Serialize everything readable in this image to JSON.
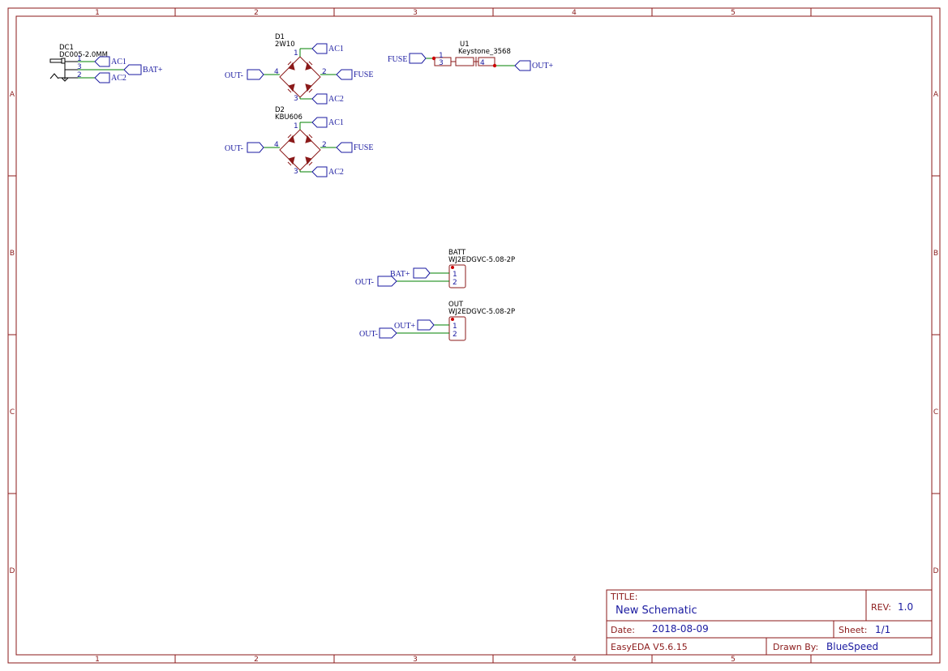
{
  "frame": {
    "col_labels": [
      "1",
      "2",
      "3",
      "4",
      "5"
    ],
    "row_labels": [
      "A",
      "B",
      "C",
      "D"
    ]
  },
  "components": {
    "dc1": {
      "ref": "DC1",
      "value": "DC005-2.0MM",
      "pins": [
        "1",
        "3",
        "2"
      ]
    },
    "d1": {
      "ref": "D1",
      "value": "2W10",
      "pins": [
        "1",
        "4",
        "2",
        "3"
      ]
    },
    "d2": {
      "ref": "D2",
      "value": "KBU606",
      "pins": [
        "1",
        "4",
        "2",
        "3"
      ]
    },
    "u1": {
      "ref": "U1",
      "value": "Keystone_3568",
      "pins": [
        "1",
        "3",
        "4"
      ]
    },
    "batt": {
      "ref": "BATT",
      "value": "WJ2EDGVC-5.08-2P",
      "pins": [
        "1",
        "2"
      ]
    },
    "out": {
      "ref": "OUT",
      "value": "WJ2EDGVC-5.08-2P",
      "pins": [
        "1",
        "2"
      ]
    }
  },
  "nets": {
    "ac1": "AC1",
    "ac2": "AC2",
    "bat_plus": "BAT+",
    "out_minus": "OUT-",
    "out_plus": "OUT+",
    "fuse": "FUSE"
  },
  "title_block": {
    "title_key": "TITLE:",
    "title": "New Schematic",
    "rev_key": "REV:",
    "rev": "1.0",
    "date_key": "Date:",
    "date": "2018-08-09",
    "sheet_key": "Sheet:",
    "sheet": "1/1",
    "software": "EasyEDA V5.6.15",
    "drawn_key": "Drawn By:",
    "drawn_by": "BlueSpeed"
  }
}
